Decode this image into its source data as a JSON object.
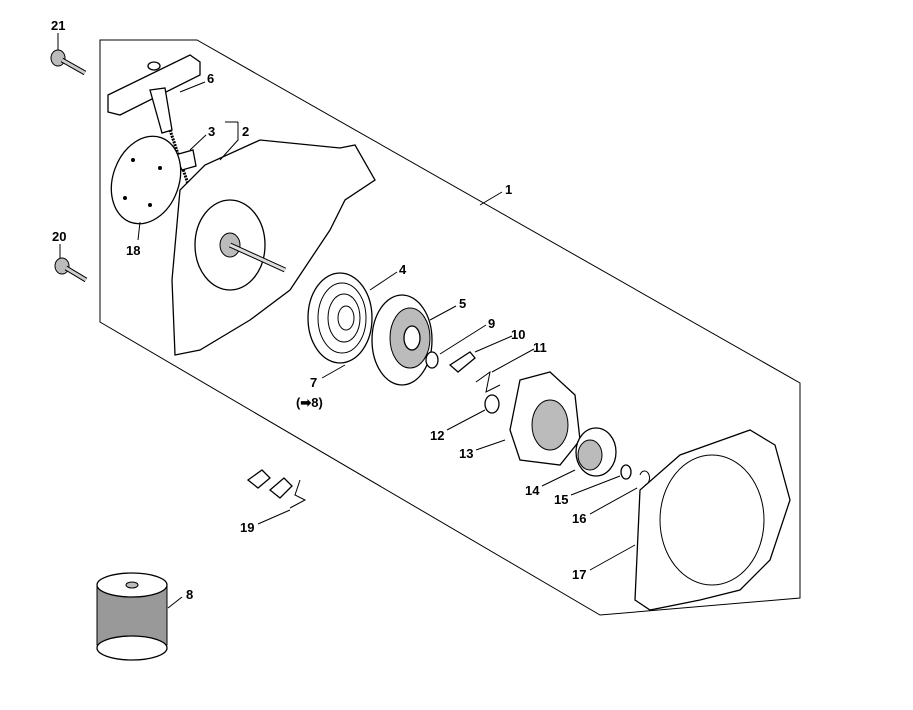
{
  "diagram": {
    "type": "exploded-parts-diagram",
    "callouts": [
      {
        "id": "21",
        "label": "21"
      },
      {
        "id": "6",
        "label": "6"
      },
      {
        "id": "3",
        "label": "3"
      },
      {
        "id": "2",
        "label": "2"
      },
      {
        "id": "18",
        "label": "18"
      },
      {
        "id": "20",
        "label": "20"
      },
      {
        "id": "1",
        "label": "1"
      },
      {
        "id": "4",
        "label": "4"
      },
      {
        "id": "5",
        "label": "5"
      },
      {
        "id": "9",
        "label": "9"
      },
      {
        "id": "10",
        "label": "10"
      },
      {
        "id": "11",
        "label": "11"
      },
      {
        "id": "7",
        "label": "7"
      },
      {
        "id": "7ref",
        "label": "(➡8)"
      },
      {
        "id": "12",
        "label": "12"
      },
      {
        "id": "13",
        "label": "13"
      },
      {
        "id": "14",
        "label": "14"
      },
      {
        "id": "15",
        "label": "15"
      },
      {
        "id": "16",
        "label": "16"
      },
      {
        "id": "17",
        "label": "17"
      },
      {
        "id": "19",
        "label": "19"
      },
      {
        "id": "8",
        "label": "8"
      }
    ]
  }
}
